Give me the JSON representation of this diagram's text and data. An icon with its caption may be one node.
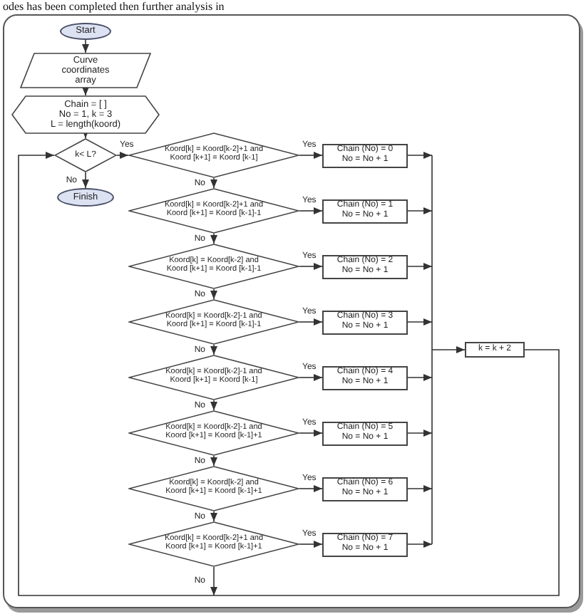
{
  "diagram": {
    "nodes": [
      {
        "text": [
          "Start"
        ]
      },
      {
        "text": [
          "Curve coordinates array"
        ]
      },
      {
        "text": [
          "Chain = [ ]",
          "No = 1, k = 3",
          "L = length(koord)"
        ]
      },
      {
        "text": [
          "k< L?"
        ]
      },
      {
        "text": [
          "Finish"
        ]
      },
      {
        "text": [
          "Koord[k] = Koord[k-2]+1 and Koord [k+1] = Koord [k-1]"
        ]
      },
      {
        "text": [
          "Koord[k] = Koord[k-2]+1 and Koord [k+1] = Koord [k-1]-1"
        ]
      },
      {
        "text": [
          "Koord[k] = Koord[k-2] and Koord [k+1] = Koord [k-1]-1"
        ]
      },
      {
        "text": [
          "Koord[k] = Koord[k-2]-1 and Koord [k+1] = Koord [k-1]-1"
        ]
      },
      {
        "text": [
          "Koord[k] = Koord[k-2]-1 and Koord [k+1] = Koord [k-1]"
        ]
      },
      {
        "text": [
          "Koord[k] = Koord[k-2]-1 and Koord [k+1] = Koord [k-1]+1"
        ]
      },
      {
        "text": [
          "Koord[k] = Koord[k-2] and Koord [k+1] = Koord [k-1]+1"
        ]
      },
      {
        "text": [
          "Koord[k] = Koord[k-2]+1 and Koord [k+1] = Koord [k-1]+1"
        ]
      },
      {
        "text": [
          "Chain (No) = 0",
          "No = No + 1"
        ]
      },
      {
        "text": [
          "Chain (No) = 1",
          "No = No + 1"
        ]
      },
      {
        "text": [
          "Chain (No) = 2",
          "No = No + 1"
        ]
      },
      {
        "text": [
          "Chain (No) = 3",
          "No = No + 1"
        ]
      },
      {
        "text": [
          "Chain (No) = 4",
          "No = No + 1"
        ]
      },
      {
        "text": [
          "Chain (No) = 5",
          "No = No + 1"
        ]
      },
      {
        "text": [
          "Chain (No) = 6",
          "No = No + 1"
        ]
      },
      {
        "text": [
          "Chain (No) = 7",
          "No = No + 1"
        ]
      },
      {
        "text": [
          "k = k + 2"
        ]
      }
    ],
    "edges": [
      {
        "from": 0,
        "to": 1,
        "arrow": "to"
      },
      {
        "from": 1,
        "to": 2,
        "arrow": "to"
      },
      {
        "from": 2,
        "to": 3,
        "arrow": "to"
      },
      {
        "from": 3,
        "to": 5,
        "arrow": "to",
        "label": "Yes"
      },
      {
        "from": 3,
        "to": 4,
        "arrow": "to",
        "label": "No"
      },
      {
        "from": 5,
        "to": 13,
        "arrow": "to",
        "label": "Yes"
      },
      {
        "from": 6,
        "to": 14,
        "arrow": "to",
        "label": "Yes"
      },
      {
        "from": 7,
        "to": 15,
        "arrow": "to",
        "label": "Yes"
      },
      {
        "from": 8,
        "to": 16,
        "arrow": "to",
        "label": "Yes"
      },
      {
        "from": 9,
        "to": 17,
        "arrow": "to",
        "label": "Yes"
      },
      {
        "from": 10,
        "to": 18,
        "arrow": "to",
        "label": "Yes"
      },
      {
        "from": 11,
        "to": 19,
        "arrow": "to",
        "label": "Yes"
      },
      {
        "from": 12,
        "to": 20,
        "arrow": "to",
        "label": "Yes"
      },
      {
        "from": 5,
        "to": 6,
        "arrow": "to",
        "label": "No"
      },
      {
        "from": 6,
        "to": 7,
        "arrow": "to",
        "label": "No"
      },
      {
        "from": 7,
        "to": 8,
        "arrow": "to",
        "label": "No"
      },
      {
        "from": 8,
        "to": 9,
        "arrow": "to",
        "label": "No"
      },
      {
        "from": 9,
        "to": 10,
        "arrow": "to",
        "label": "No"
      },
      {
        "from": 10,
        "to": 11,
        "arrow": "to",
        "label": "No"
      },
      {
        "from": 11,
        "to": 12,
        "arrow": "to",
        "label": "No"
      },
      {
        "from": 13,
        "to": 21,
        "arrow": "to"
      },
      {
        "from": 14,
        "to": 21,
        "arrow": "to"
      },
      {
        "from": 15,
        "to": 21,
        "arrow": "to"
      },
      {
        "from": 16,
        "to": 21,
        "arrow": "to"
      },
      {
        "from": 17,
        "to": 21,
        "arrow": "to"
      },
      {
        "from": 18,
        "to": 21,
        "arrow": "to"
      },
      {
        "from": 19,
        "to": 21,
        "arrow": "to"
      },
      {
        "from": 20,
        "to": 21,
        "arrow": "to"
      },
      {
        "from": 21,
        "to": 3,
        "arrow": "to"
      },
      {
        "from": 12,
        "to": 3,
        "arrow": "to",
        "label": "No"
      }
    ],
    "labels": [
      "odes has been completed then further analysis in"
    ]
  }
}
